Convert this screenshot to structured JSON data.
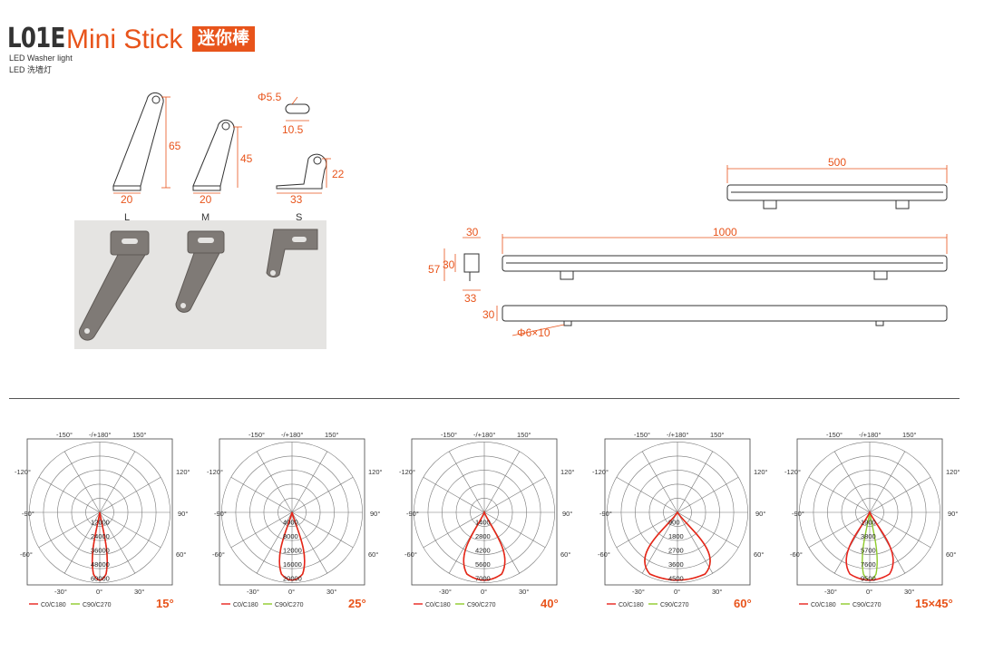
{
  "header": {
    "model": "L01E",
    "name": "Mini Stick",
    "name_cn": "迷你棒",
    "subtitle_en": "LED Washer light",
    "subtitle_cn": "LED 洗墙灯"
  },
  "brackets": {
    "L": {
      "label": "L",
      "height": "65",
      "width": "20"
    },
    "M": {
      "label": "M",
      "height": "45",
      "width": "20"
    },
    "S": {
      "label": "S",
      "height": "22",
      "width": "33"
    },
    "hole": {
      "dia": "Φ5.5",
      "len": "10.5"
    }
  },
  "fixture": {
    "len_short": "500",
    "len_long": "1000",
    "d_30a": "30",
    "d_30b": "30",
    "d_57": "57",
    "d_33": "33",
    "d_30c": "30",
    "slot": "Φ6×10"
  },
  "colors": {
    "accent": "#e8541b",
    "c0": "#e8231b",
    "c90": "#8ecb2a"
  },
  "polar": {
    "legend_c0": "C0/C180",
    "legend_c90": "C90/C270",
    "angle_labels": [
      "-150°",
      "-/+180°",
      "150°",
      "-120°",
      "120°",
      "-90°",
      "90°",
      "-60°",
      "60°",
      "-30°",
      "0°",
      "30°"
    ],
    "charts": [
      {
        "angle": "15°",
        "ticks": [
          "12000",
          "24000",
          "36000",
          "48000",
          "60000"
        ]
      },
      {
        "angle": "25°",
        "ticks": [
          "4000",
          "8000",
          "12000",
          "16000",
          "20000"
        ]
      },
      {
        "angle": "40°",
        "ticks": [
          "1400",
          "2800",
          "4200",
          "5600",
          "7000"
        ]
      },
      {
        "angle": "60°",
        "ticks": [
          "900",
          "1800",
          "2700",
          "3600",
          "4500"
        ]
      },
      {
        "angle": "15×45°",
        "ticks": [
          "1900",
          "3800",
          "5700",
          "7600",
          "9500"
        ]
      }
    ]
  },
  "chart_data": [
    {
      "type": "polar",
      "title": "15°",
      "series": [
        {
          "name": "C0/C180",
          "beam_deg": 15
        },
        {
          "name": "C90/C270",
          "beam_deg": 15
        }
      ],
      "r_ticks": [
        12000,
        24000,
        36000,
        48000,
        60000
      ]
    },
    {
      "type": "polar",
      "title": "25°",
      "series": [
        {
          "name": "C0/C180",
          "beam_deg": 25
        },
        {
          "name": "C90/C270",
          "beam_deg": 25
        }
      ],
      "r_ticks": [
        4000,
        8000,
        12000,
        16000,
        20000
      ]
    },
    {
      "type": "polar",
      "title": "40°",
      "series": [
        {
          "name": "C0/C180",
          "beam_deg": 40
        },
        {
          "name": "C90/C270",
          "beam_deg": 40
        }
      ],
      "r_ticks": [
        1400,
        2800,
        4200,
        5600,
        7000
      ]
    },
    {
      "type": "polar",
      "title": "60°",
      "series": [
        {
          "name": "C0/C180",
          "beam_deg": 60
        },
        {
          "name": "C90/C270",
          "beam_deg": 60
        }
      ],
      "r_ticks": [
        900,
        1800,
        2700,
        3600,
        4500
      ]
    },
    {
      "type": "polar",
      "title": "15×45°",
      "series": [
        {
          "name": "C0/C180",
          "beam_deg": 45
        },
        {
          "name": "C90/C270",
          "beam_deg": 15
        }
      ],
      "r_ticks": [
        1900,
        3800,
        5700,
        7600,
        9500
      ]
    }
  ]
}
